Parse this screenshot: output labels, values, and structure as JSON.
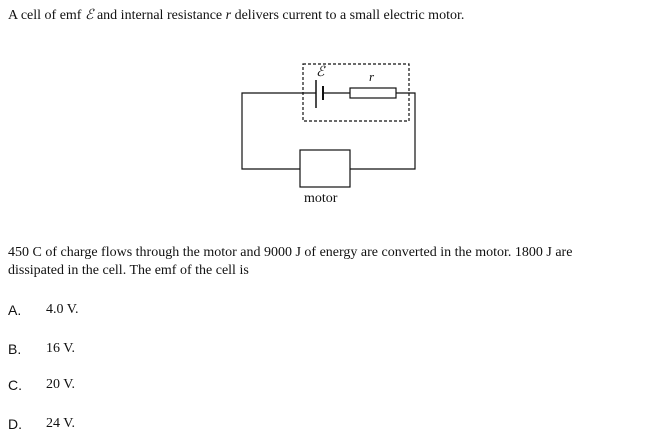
{
  "intro": {
    "part1": "A cell of emf ",
    "emf_symbol": "ℰ",
    "part2": " and internal resistance ",
    "r_symbol": "r",
    "part3": " delivers current to a small electric motor."
  },
  "diagram": {
    "emf_label": "ℰ",
    "resistance_label": "r",
    "motor_label": "motor"
  },
  "question": {
    "line1": "450 C of charge flows through the motor and 9000 J of energy are converted in the motor.  1800 J are",
    "line2": "dissipated in the cell.  The emf of the cell is"
  },
  "options": [
    {
      "letter": "A.",
      "value": "4.0 V."
    },
    {
      "letter": "B.",
      "value": "16 V."
    },
    {
      "letter": "C.",
      "value": "20 V."
    },
    {
      "letter": "D.",
      "value": "24 V."
    }
  ]
}
